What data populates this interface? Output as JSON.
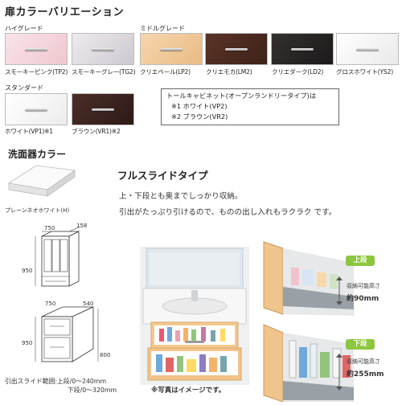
{
  "door_colors": {
    "title": "扉カラーバリエーション",
    "groups": {
      "high": "ハイグレード",
      "middle": "ミドルグレード",
      "standard": "スタンダード"
    },
    "high_swatches": [
      {
        "label": "スモーキーピンク(TP2)",
        "color": "#f3d8de"
      },
      {
        "label": "スモーキーグレー(TG2)",
        "color": "#dcd8de"
      }
    ],
    "middle_swatches": [
      {
        "label": "クリエペール(LP2)",
        "color": "#f0c99b"
      },
      {
        "label": "クリエモカ(LM2)",
        "color": "#4a2a22"
      },
      {
        "label": "クリエダーク(LD2)",
        "color": "#2a2628"
      },
      {
        "label": "グロスホワイト(YS2)",
        "color": "#f7f7f7"
      }
    ],
    "standard_swatches": [
      {
        "label": "ホワイト(VP1)※1",
        "color": "#f6f6f6"
      },
      {
        "label": "ブラウン(VR1)※2",
        "color": "#3a2420"
      }
    ],
    "note": {
      "line1": "トールキャビネット(オープンランドリータイプ)は",
      "line2": "※1 ホワイト(VP2)",
      "line3": "※2 ブラウン(VR2)"
    }
  },
  "basin": {
    "title": "洗面器カラー",
    "swatch_label": "プレーンネオホワイト(H)"
  },
  "full_slide": {
    "title": "フルスライドタイプ",
    "line1": "上・下段とも奥までしっかり収納。",
    "line2": "引出がたっぷり引けるので、ものの出し入れもラクラク です。"
  },
  "dims": {
    "upper_width": "750",
    "upper_depth": "158",
    "upper_height": "950",
    "lower_width": "750",
    "lower_depth": "540",
    "lower_height": "950",
    "lower_height2": "800",
    "slide_line1": "引出スライド範囲:上段/0～240mm",
    "slide_line2": "下段/0～320mm"
  },
  "photo_note": "※写真はイメージです。",
  "drawers": {
    "upper": {
      "badge": "上段",
      "caption": "収納可能高さ",
      "value": "約90mm"
    },
    "lower": {
      "badge": "下段",
      "caption": "収納可能高さ",
      "value": "約255mm"
    }
  }
}
